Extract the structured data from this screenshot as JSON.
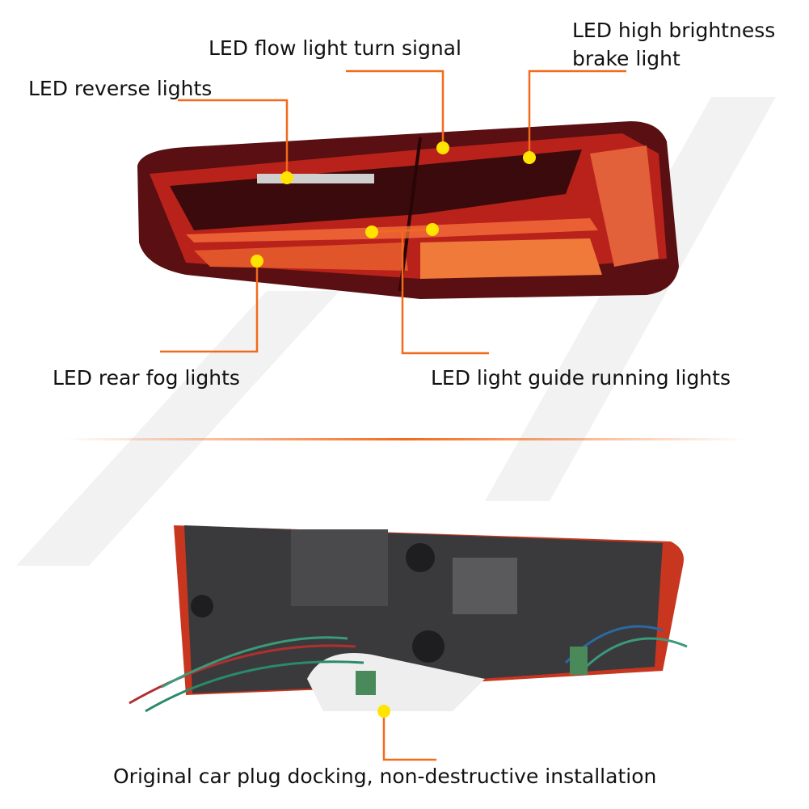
{
  "callouts": {
    "flow_turn_signal": "LED flow light turn signal",
    "brake_light_line1": "LED high brightness",
    "brake_light_line2": "brake light",
    "reverse_lights": "LED reverse lights",
    "rear_fog_lights": "LED rear fog lights",
    "running_lights": "LED light guide running lights",
    "installation": "Original car plug docking, non-destructive installation"
  },
  "colors": {
    "callout_line": "#f26a1b",
    "callout_dot": "#ffe400",
    "lens_red": "#b8221a",
    "lens_dark": "#3a0a0c",
    "housing": "#3a3a3c"
  }
}
